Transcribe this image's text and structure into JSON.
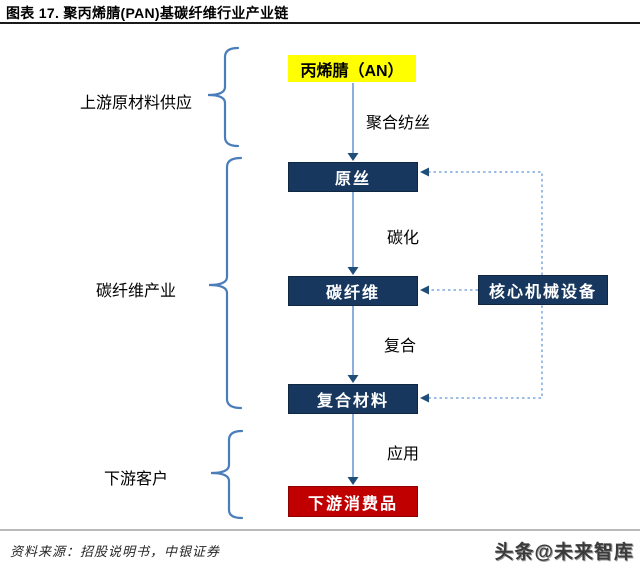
{
  "header": {
    "title": "图表 17. 聚丙烯腈(PAN)基碳纤维行业产业链"
  },
  "diagram": {
    "groups": [
      {
        "label": "上游原材料供应"
      },
      {
        "label": "碳纤维产业"
      },
      {
        "label": "下游客户"
      }
    ],
    "nodes": {
      "acrylonitrile": {
        "label": "丙烯腈（AN）",
        "bg": "#FFFF00",
        "text_color": "#000000"
      },
      "precursor": {
        "label": "原丝",
        "bg": "#17375E",
        "text_color": "#FFFFFF"
      },
      "carbon_fiber": {
        "label": "碳纤维",
        "bg": "#17375E",
        "text_color": "#FFFFFF"
      },
      "composite": {
        "label": "复合材料",
        "bg": "#17375E",
        "text_color": "#FFFFFF"
      },
      "core_machinery": {
        "label": "核心机械设备",
        "bg": "#17375E",
        "text_color": "#FFFFFF"
      },
      "consumer_goods": {
        "label": "下游消费品",
        "bg": "#C00000",
        "text_color": "#FFFFFF"
      }
    },
    "edge_labels": {
      "polymerization_spinning": "聚合纺丝",
      "carbonization": "碳化",
      "compositing": "复合",
      "application": "应用"
    },
    "colors": {
      "box_navy": "#17375E",
      "box_red": "#C00000",
      "box_yellow": "#FFFF00",
      "arrow_line": "#6F9AD0",
      "arrow_head": "#1F4E79",
      "dashed_line": "#7DA7D8",
      "brace": "#4A7EBB",
      "title_rule": "#1A1A1A",
      "footer_rule": "#B9B9B9"
    }
  },
  "footer": {
    "source": "资料来源：招股说明书，中银证券",
    "watermark": "头条@未来智库"
  }
}
